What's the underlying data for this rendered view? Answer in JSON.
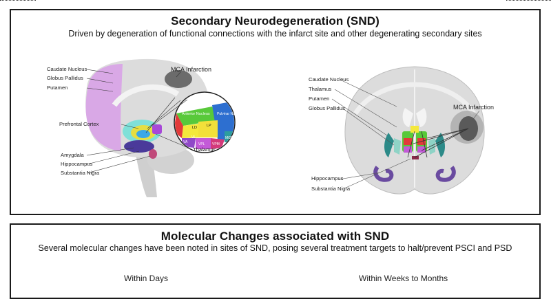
{
  "snd": {
    "title": "Secondary Neurodegeneration (SND)",
    "subtitle": "Driven by degeneration of functional connections with the infarct site and other degenerating secondary sites",
    "sagittal": {
      "caudate": "Caudate Nucleus",
      "globus": "Globus Pallidus",
      "putamen": "Putamen",
      "prefrontal": "Prefrontal Cortex",
      "amygdala": "Amygdala",
      "hippocampus": "Hippocampus",
      "substantia": "Substantia Nigra",
      "mca": "MCA Infarction",
      "thalamus": "Thalamus",
      "inset": {
        "anterior": "Anterior Nucleus",
        "pulvinar": "Pulvinar Nucleus",
        "ld": "LD",
        "lp": "LP",
        "va": "VA",
        "vl": "VL",
        "vpl": "VPL",
        "vpm": "VPM",
        "mgb": "MGB"
      }
    },
    "coronal": {
      "caudate": "Caudate Nucleus",
      "thalamus": "Thalamus",
      "putamen": "Putamen",
      "globus": "Globus Pallidus",
      "mca": "MCA Infarction",
      "hippocampus": "Hippocampus",
      "substantia": "Substantia Nigra"
    }
  },
  "molecular": {
    "title": "Molecular Changes associated with SND",
    "subtitle": "Several molecular changes have been noted in sites of SND, posing several treatment targets to halt/prevent PSCI and PSD",
    "col_days": "Within Days",
    "col_weeks": "Within Weeks to Months"
  },
  "colors": {
    "cortex_pink": "#d9a8e6",
    "brain_gray": "#d9d9d9",
    "infarct": "#555555",
    "thalamus_green": "#58c93a",
    "thalamus_blue": "#2d6fd0",
    "purple": "#6a4ba0"
  }
}
